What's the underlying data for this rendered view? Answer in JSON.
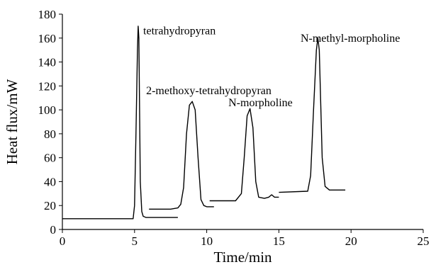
{
  "chart_data": {
    "type": "line",
    "xlabel": "Time/min",
    "ylabel": "Heat flux/mW",
    "xlim": [
      0,
      25
    ],
    "ylim": [
      0,
      180
    ],
    "xticks": [
      0,
      5,
      10,
      15,
      20,
      25
    ],
    "yticks": [
      0,
      20,
      40,
      60,
      80,
      100,
      120,
      140,
      160,
      180
    ],
    "grid": false,
    "legend": "none",
    "line_color": "#000000",
    "series": [
      {
        "x": [
          0,
          4.9,
          5.0,
          5.1,
          5.2,
          5.25,
          5.3,
          5.35,
          5.4,
          5.5,
          5.6,
          5.8,
          6.0,
          7.0,
          8.0
        ],
        "y": [
          9,
          9,
          20,
          80,
          150,
          170,
          160,
          100,
          40,
          15,
          11,
          10,
          10,
          10,
          10
        ]
      },
      {
        "x": [
          6.0,
          7.5,
          8.0,
          8.2,
          8.4,
          8.6,
          8.8,
          9.0,
          9.2,
          9.4,
          9.6,
          9.8,
          10.0,
          10.5
        ],
        "y": [
          17,
          17,
          18,
          21,
          35,
          80,
          104,
          107,
          100,
          60,
          25,
          20,
          19,
          19
        ]
      },
      {
        "x": [
          10.2,
          12.0,
          12.4,
          12.6,
          12.8,
          13.0,
          13.2,
          13.4,
          13.6,
          14.0,
          14.3,
          14.5,
          14.7,
          15.0
        ],
        "y": [
          24,
          24,
          30,
          60,
          95,
          101,
          85,
          40,
          27,
          26,
          27,
          29,
          27,
          27
        ]
      },
      {
        "x": [
          15.0,
          17.0,
          17.2,
          17.4,
          17.6,
          17.7,
          17.8,
          18.0,
          18.2,
          18.5,
          19.0,
          19.6
        ],
        "y": [
          31,
          32,
          45,
          100,
          150,
          160,
          150,
          60,
          36,
          33,
          33,
          33
        ]
      }
    ],
    "annotations": [
      {
        "text": "tetrahydropyran",
        "x": 5.6,
        "y": 163
      },
      {
        "text": "2-methoxy-tetrahydropyran",
        "x": 5.8,
        "y": 113
      },
      {
        "text": "N-morpholine",
        "x": 11.5,
        "y": 103
      },
      {
        "text": "N-methyl-morpholine",
        "x": 16.5,
        "y": 157
      }
    ]
  }
}
